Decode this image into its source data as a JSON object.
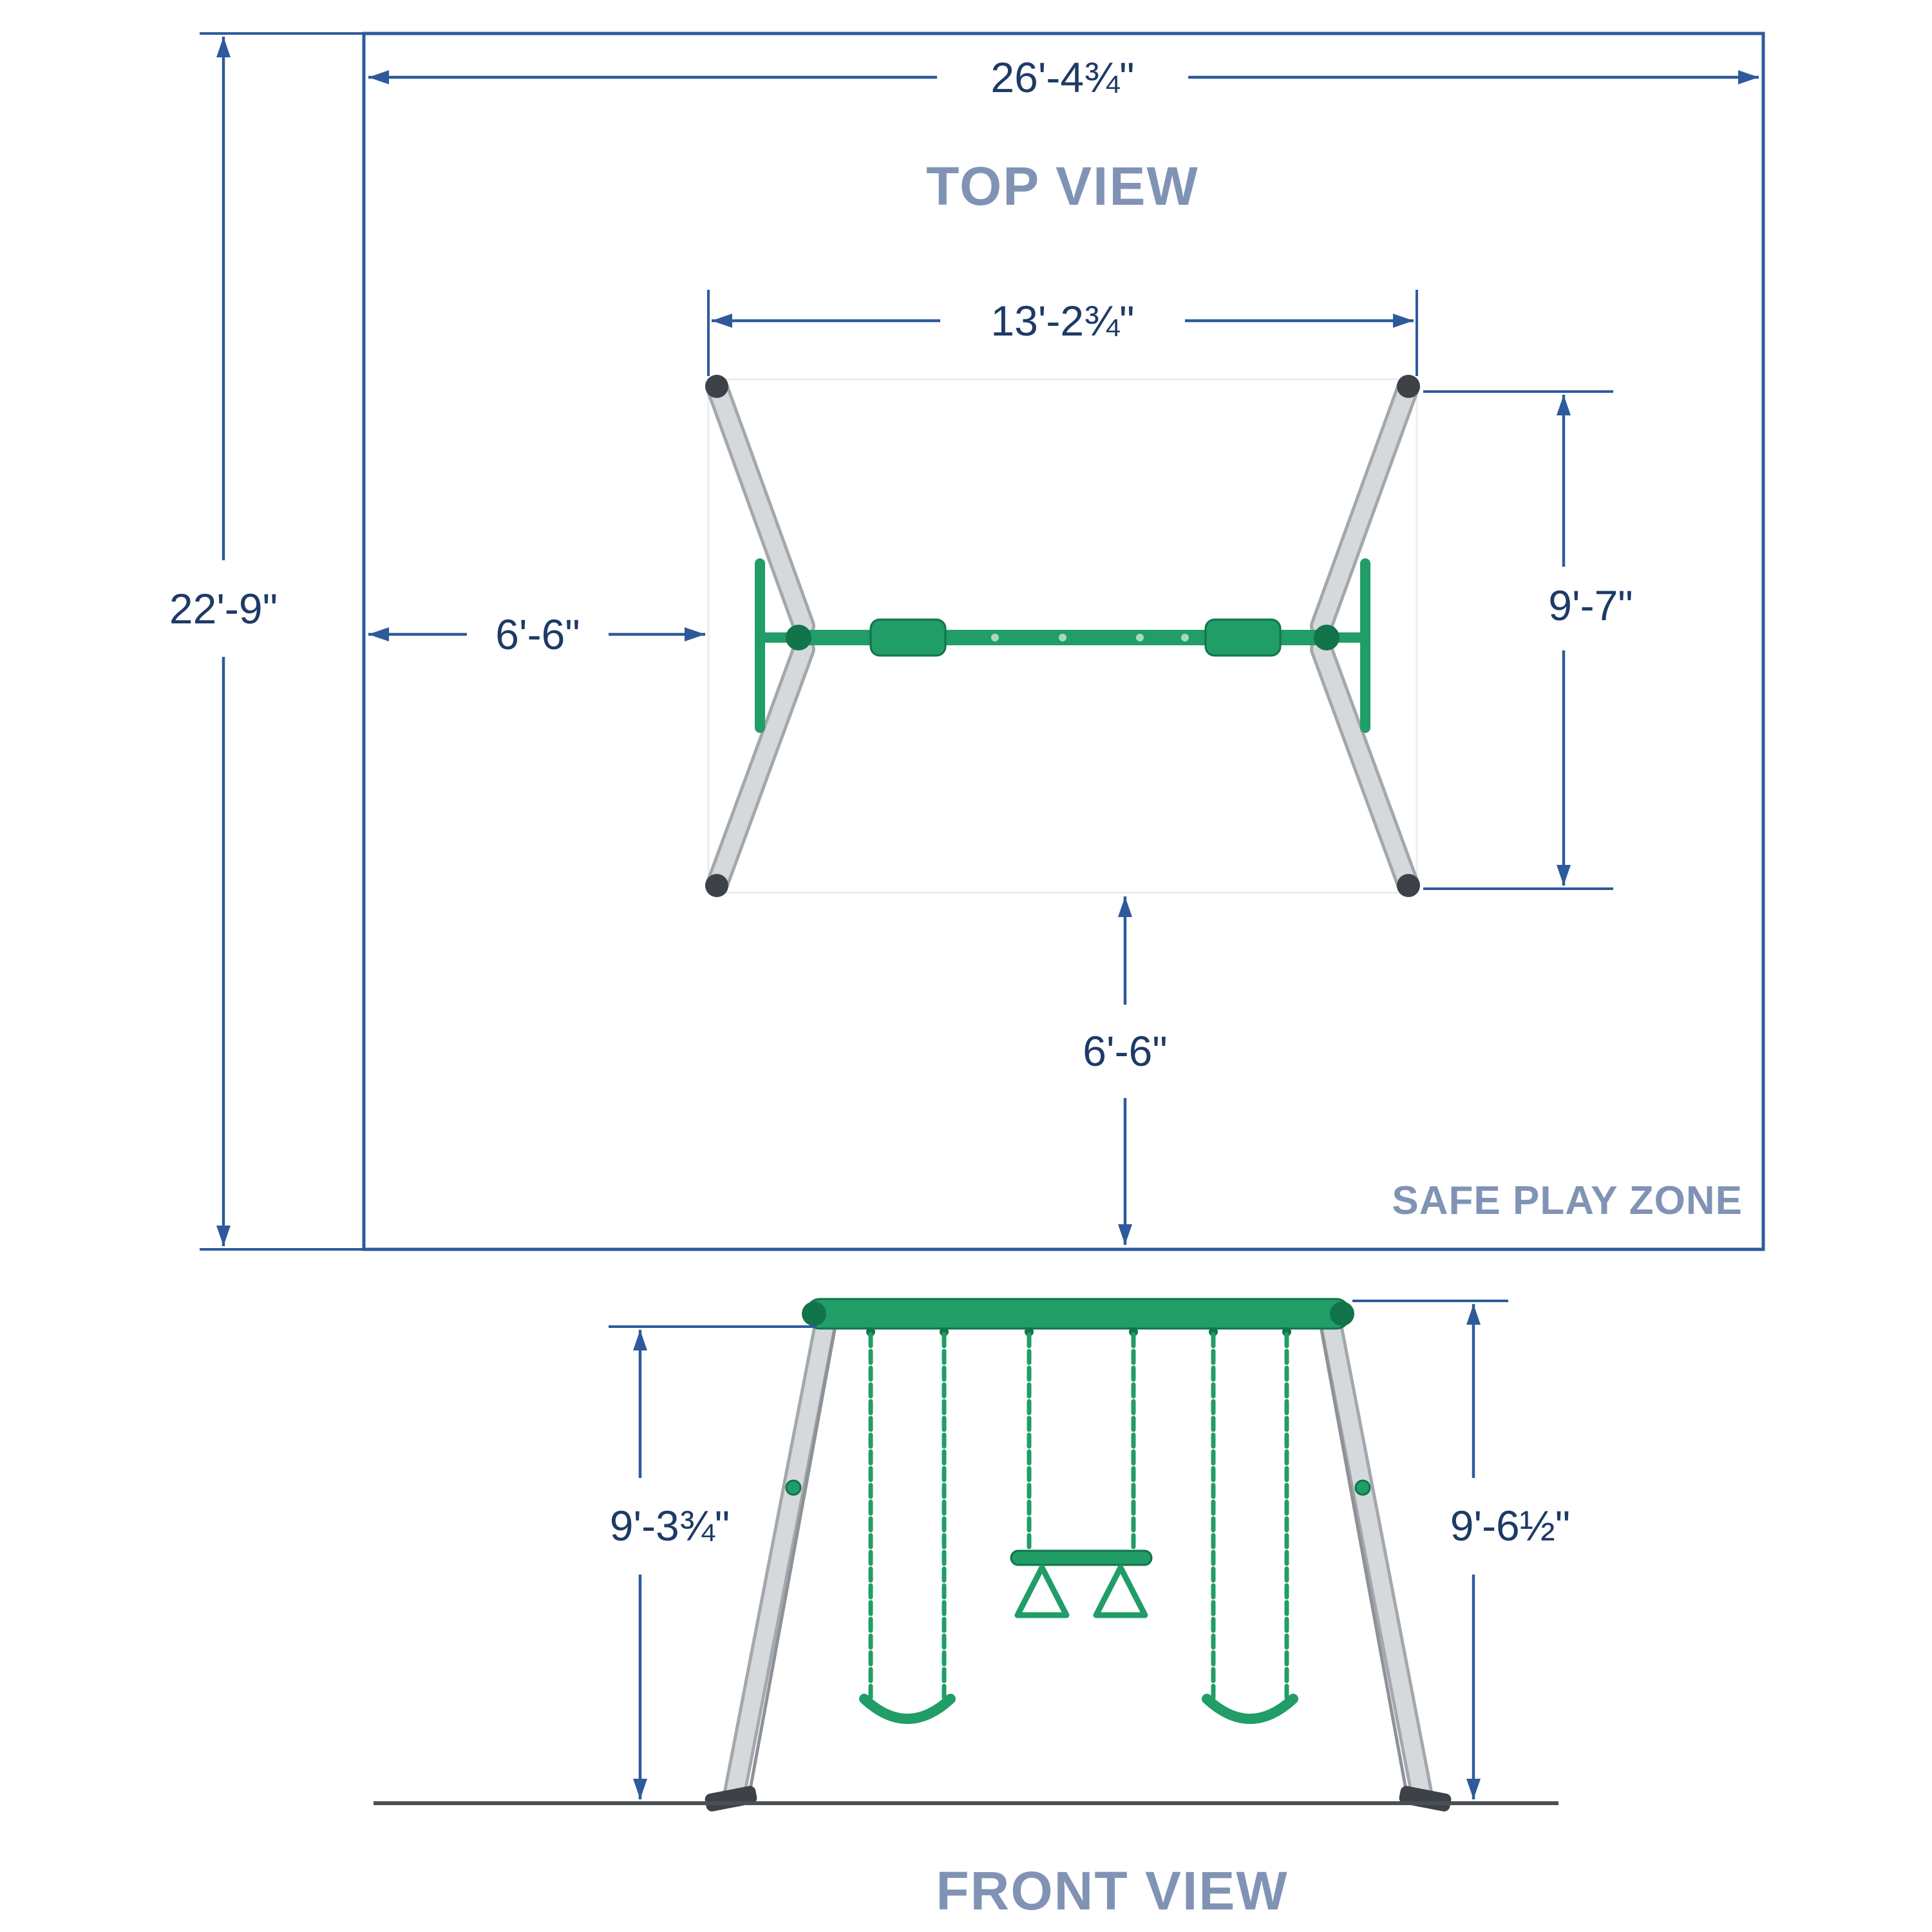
{
  "diagram": {
    "top_view": {
      "title": "TOP VIEW",
      "overall_width_label": "26'-4¾\"",
      "overall_depth_label": "22'-9\"",
      "frame_width_label": "13'-2¾\"",
      "frame_depth_label": "9'-7\"",
      "side_clearance_label": "6'-6\"",
      "front_clearance_label": "6'-6\"",
      "zone_label": "SAFE PLAY ZONE"
    },
    "front_view": {
      "title": "FRONT VIEW",
      "beam_underside_height_label": "9'-3¾\"",
      "total_height_label": "9'-6½\""
    },
    "colors": {
      "dimension_line": "#2e5a9c",
      "dimension_text": "#1e3a66",
      "heading_text": "#8193b5",
      "frame_green": "#219d67",
      "frame_green_dark": "#11744a",
      "leg_gray": "#d6d9dc",
      "leg_edge": "#a3a8ad",
      "cap_dark": "#3d4249",
      "ground": "#4a4f54"
    }
  }
}
